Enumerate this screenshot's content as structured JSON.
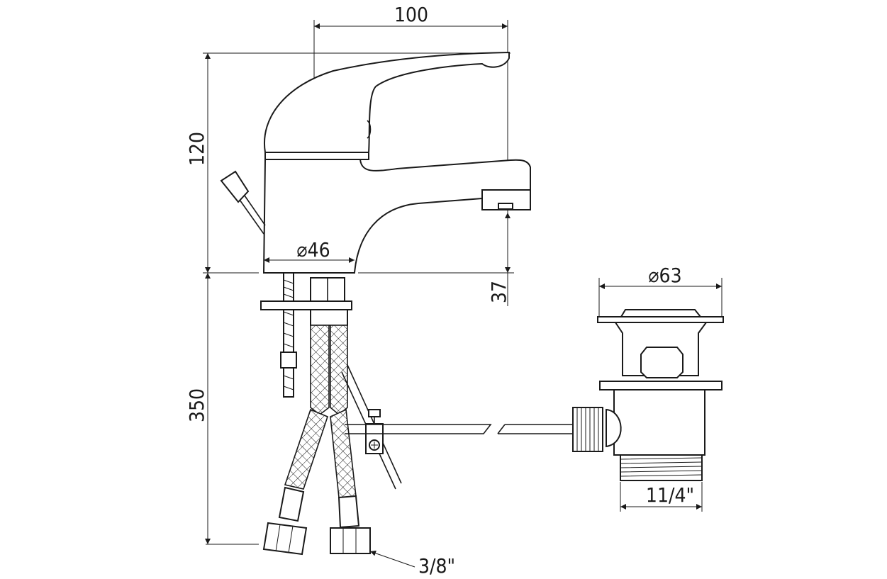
{
  "drawing": {
    "dimensions": {
      "width_total": "100",
      "height_body": "120",
      "base_diameter": "⌀46",
      "spout_height": "37",
      "hose_length": "350",
      "drain_diameter": "⌀63",
      "drain_thread": "11/4\"",
      "hose_thread": "3/8\""
    },
    "colors": {
      "line": "#1a1a1a",
      "background": "#ffffff"
    }
  }
}
